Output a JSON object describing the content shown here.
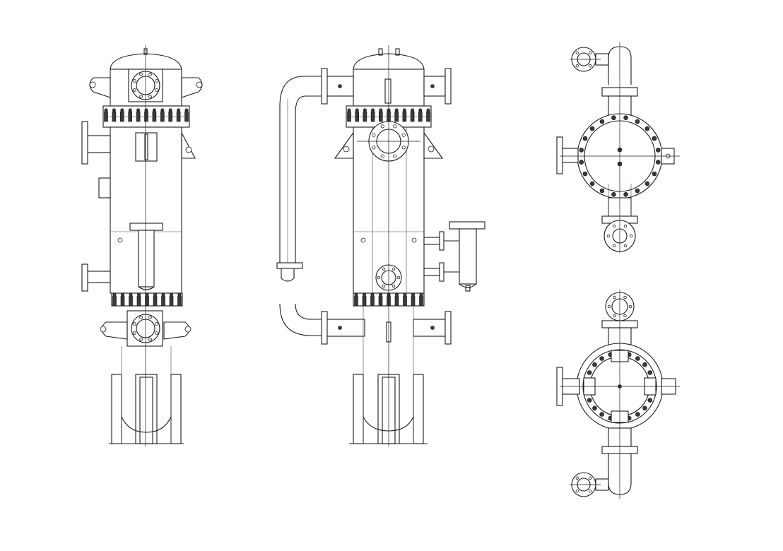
{
  "drawing": {
    "background": "#ffffff",
    "line_color": "#1c1c1c",
    "bolt_color": "#3a3a3a",
    "views": [
      {
        "id": "front-elevation",
        "kind": "elevation"
      },
      {
        "id": "side-elevation",
        "kind": "elevation"
      },
      {
        "id": "top-plan",
        "kind": "plan"
      },
      {
        "id": "bottom-plan",
        "kind": "plan"
      }
    ]
  }
}
